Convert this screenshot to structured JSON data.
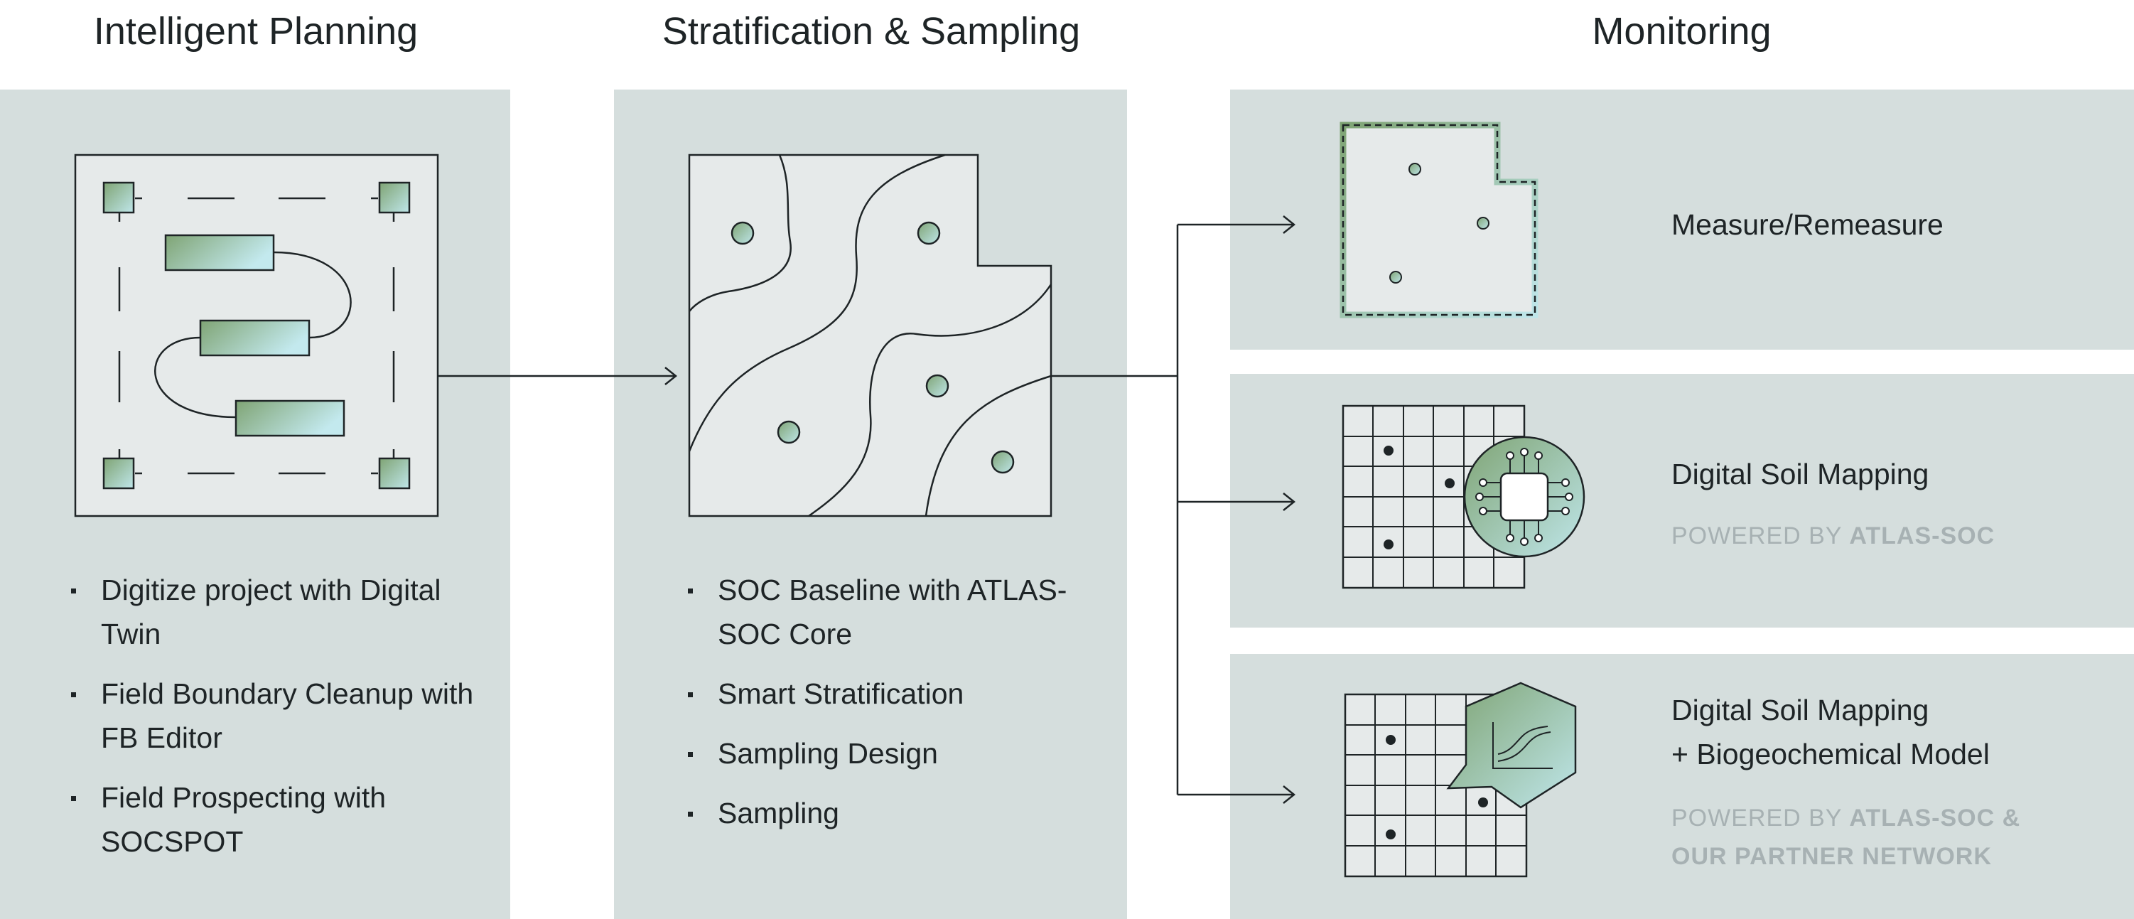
{
  "columns": {
    "planning": {
      "title": "Intelligent Planning",
      "bullets": [
        "Digitize project with Digital Twin",
        "Field Boundary Cleanup with FB Editor",
        "Field Prospecting with SOCSPOT"
      ]
    },
    "stratification": {
      "title": "Stratification & Sampling",
      "bullets": [
        "SOC Baseline with ATLAS-SOC Core",
        "Smart Stratification",
        "Sampling Design",
        "Sampling"
      ]
    },
    "monitoring": {
      "title": "Monitoring",
      "rows": [
        {
          "label": "Measure/Remeasure"
        },
        {
          "label": "Digital Soil Mapping",
          "powered_prefix": "POWERED BY",
          "powered_by": "ATLAS-SOC"
        },
        {
          "label": "Digital Soil Mapping\n+ Biogeochemical Model",
          "powered_prefix": "POWERED BY",
          "powered_by": "ATLAS-SOC & OUR PARTNER NETWORK"
        }
      ]
    }
  },
  "colors": {
    "panel_bg": "#d5dedd",
    "card_bg": "#e6eaea",
    "stroke": "#1e2426",
    "gradient_green": "#7fa474",
    "gradient_cyan": "#bfe6ea",
    "muted_text": "#a7b1b3"
  },
  "icons": [
    "field-plan-icon",
    "stratified-field-icon",
    "field-boundary-icon",
    "soil-grid-chip-icon",
    "soil-grid-model-icon"
  ]
}
